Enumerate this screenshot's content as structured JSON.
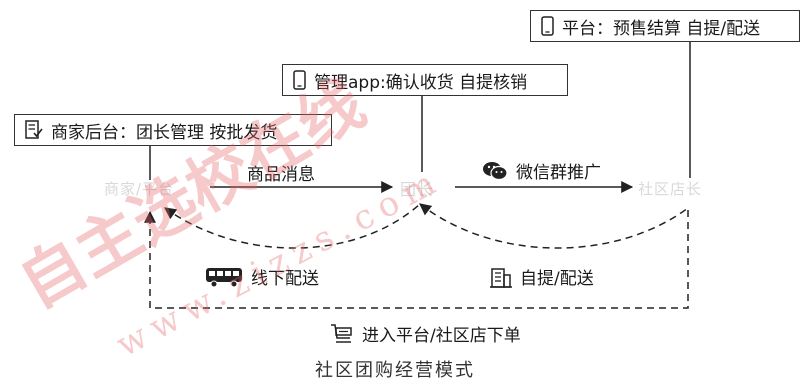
{
  "boxes": {
    "platform": "平台：预售结算 自提/配送",
    "admin_app": "管理app:确认收货 自提核销",
    "merchant": "商家后台：团长管理 按批发货"
  },
  "nodes": {
    "merchant_platform": "商家/平台",
    "group_leader": "团长",
    "community_store": "社区店长"
  },
  "flows": {
    "product_message": "商品消息",
    "wechat_promo": "微信群推广",
    "offline_delivery": "线下配送",
    "pickup_delivery": "自提/配送",
    "enter_order": "进入平台/社区店下单"
  },
  "caption": "社区团购经营模式",
  "watermark": {
    "text_large": "自主选校在线",
    "text_url": "www.zizzs.com",
    "color": "#e8666a"
  }
}
